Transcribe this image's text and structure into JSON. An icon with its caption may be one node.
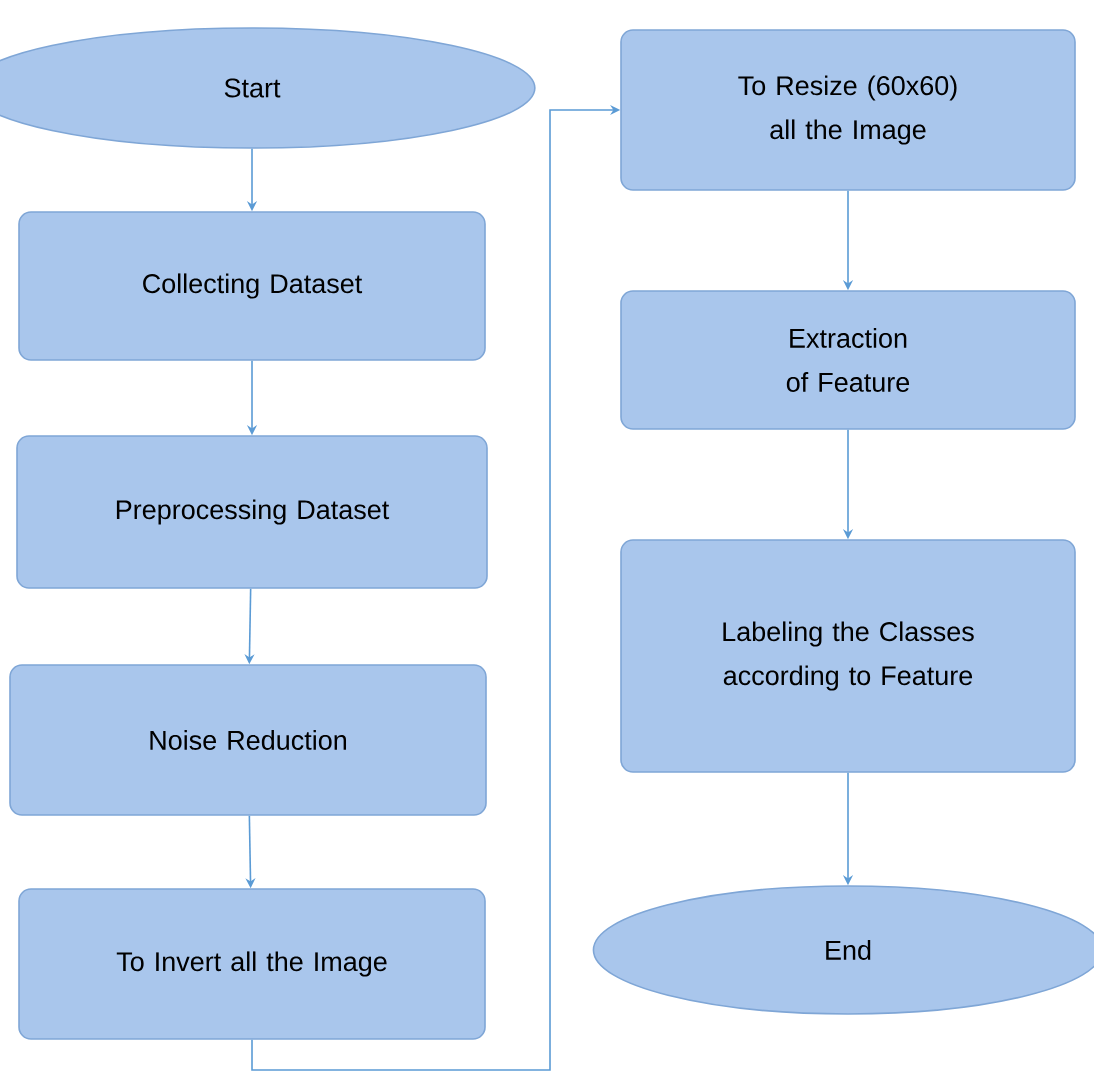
{
  "diagram": {
    "nodes": [
      {
        "text": [
          "Start"
        ]
      },
      {
        "text": [
          "Collecting Dataset"
        ]
      },
      {
        "text": [
          "Preprocessing Dataset"
        ]
      },
      {
        "text": [
          "Noise Reduction"
        ]
      },
      {
        "text": [
          "To Invert all the Image"
        ]
      },
      {
        "text": [
          "To Resize (60x60) all the Image"
        ]
      },
      {
        "text": [
          "Extraction of Feature"
        ]
      },
      {
        "text": [
          "Labeling the Classes according to Feature"
        ]
      },
      {
        "text": [
          "End"
        ]
      }
    ],
    "edges": [
      {
        "from": 0,
        "to": 1,
        "arrow": "to"
      },
      {
        "from": 1,
        "to": 2,
        "arrow": "to"
      },
      {
        "from": 2,
        "to": 3,
        "arrow": "to"
      },
      {
        "from": 3,
        "to": 4,
        "arrow": "to"
      },
      {
        "from": 4,
        "to": 5,
        "arrow": "to"
      },
      {
        "from": 5,
        "to": 6,
        "arrow": "to"
      },
      {
        "from": 6,
        "to": 7,
        "arrow": "to"
      },
      {
        "from": 7,
        "to": 8,
        "arrow": "to"
      }
    ]
  }
}
